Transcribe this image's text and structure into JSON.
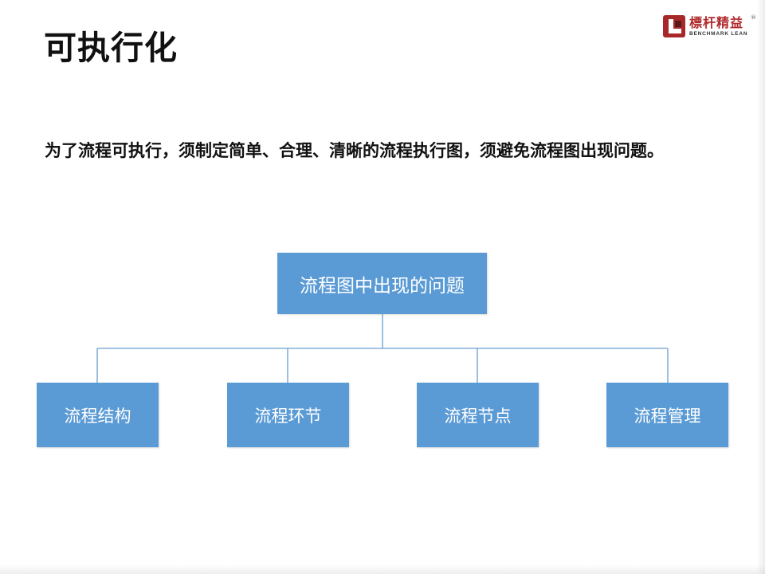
{
  "slide": {
    "title": "可执行化",
    "intro": "为了流程可执行，须制定简单、合理、清晰的流程执行图，须避免流程图出现问题。"
  },
  "logo": {
    "name_cn": "標杆精益",
    "name_en": "BENCHMARK LEAN",
    "registered_mark": "®",
    "color": "#a8282a"
  },
  "diagram": {
    "root": {
      "label": "流程图中出现的问题"
    },
    "children": [
      {
        "label": "流程结构"
      },
      {
        "label": "流程环节"
      },
      {
        "label": "流程节点"
      },
      {
        "label": "流程管理"
      }
    ],
    "box_color": "#5b9bd5",
    "connector_color": "#6a9fd0"
  }
}
